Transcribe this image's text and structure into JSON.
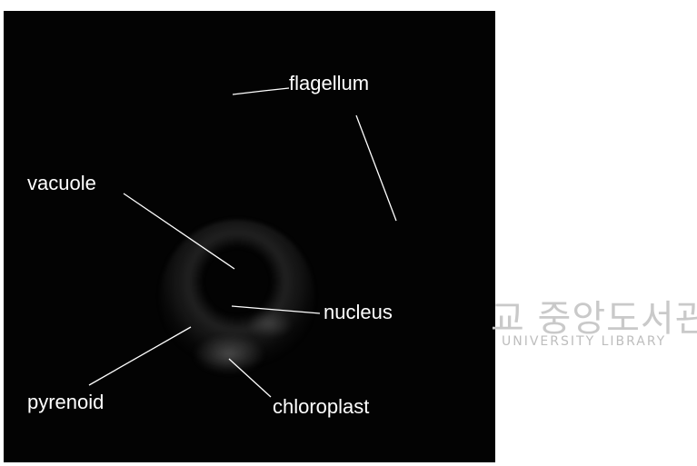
{
  "image": {
    "labels": {
      "flagellum": "flagellum",
      "vacuole": "vacuole",
      "nucleus": "nucleus",
      "pyrenoid": "pyrenoid",
      "chloroplast": "chloroplast"
    },
    "watermark": {
      "korean": "교 중앙도서관",
      "english": "UNIVERSITY LIBRARY"
    }
  },
  "colors": {
    "background": "#030303",
    "label_text": "#ffffff",
    "watermark": "#c9c9c9"
  }
}
